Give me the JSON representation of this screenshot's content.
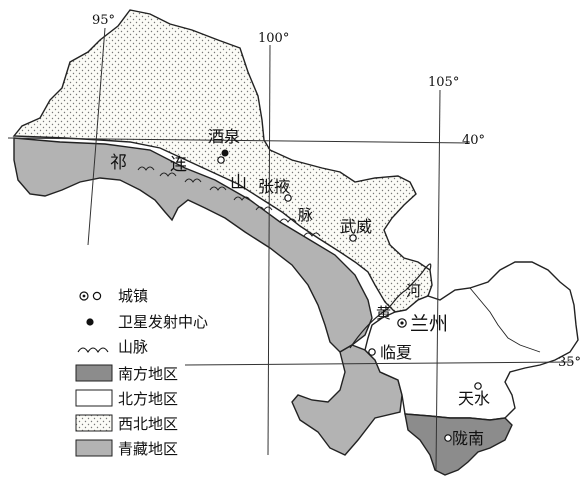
{
  "graticule": {
    "lon_95": "95°",
    "lon_100": "100°",
    "lon_105": "105°",
    "lat_40": "40°",
    "lat_35": "35°"
  },
  "mountain_chars": [
    "祁",
    "连",
    "山",
    "脉"
  ],
  "river_chars": [
    "河",
    "黄"
  ],
  "places": {
    "jiuquan": "酒泉",
    "zhangye": "张掖",
    "wuwei": "武威",
    "lanzhou": "兰州",
    "linxia": "临夏",
    "tianshui": "天水",
    "longnan": "陇南"
  },
  "legend": {
    "city": "城镇",
    "satellite": "卫星发射中心",
    "mountain": "山脉",
    "south": "南方地区",
    "north": "北方地区",
    "northwest": "西北地区",
    "qingzang": "青藏地区"
  },
  "colors": {
    "south": "#8c8c8c",
    "north": "#ffffff",
    "northwest": "#fbfbf6",
    "qingzang": "#b3b3b3",
    "outline": "#222222"
  }
}
